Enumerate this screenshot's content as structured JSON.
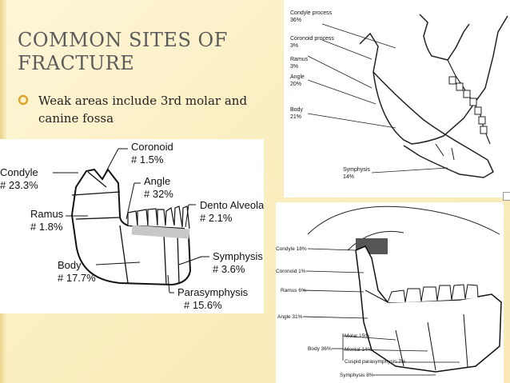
{
  "slide": {
    "title": "COMMON SITES OF FRACTURE",
    "bullets": [
      "Weak areas include 3rd molar and canine fossa"
    ]
  },
  "figure_top_right": {
    "labels": {
      "condyle": "Condyle process",
      "condyle_pct": "36%",
      "coronoid": "Coronoid process",
      "coronoid_pct": "3%",
      "ramus": "Ramus",
      "ramus_pct": "3%",
      "angle": "Angle",
      "angle_pct": "20%",
      "body": "Body",
      "body_pct": "21%",
      "symphysis": "Symphysis",
      "symphysis_pct": "14%"
    }
  },
  "figure_left": {
    "labels": {
      "coronoid": "Coronoid",
      "coronoid_pct": "# 1.5%",
      "condyle": "Condyle",
      "condyle_pct": "# 23.3%",
      "angle": "Angle",
      "angle_pct": "# 32%",
      "dento": "Dento Alveolar",
      "dento_pct": "# 2.1%",
      "ramus": "Ramus",
      "ramus_pct": "# 1.8%",
      "symphysis": "Symphysis",
      "symphysis_pct": "# 3.6%",
      "body": "Body",
      "body_pct": "# 17.7%",
      "parasymphysis": "Parasymphysis",
      "parasymphysis_pct": "# 15.6%"
    }
  },
  "figure_bottom_right": {
    "labels": {
      "condyle": "Condyle 18%",
      "coronoid": "Coronoid 1%",
      "ramus": "Ramus 6%",
      "angle": "Angle 31%",
      "molar": "Molar 15%",
      "body": "Body 36%",
      "mental": "Mental 14%",
      "cuspid": "Cuspid parasymphysis 7%",
      "symphysis": "Symphysis 8%"
    }
  }
}
